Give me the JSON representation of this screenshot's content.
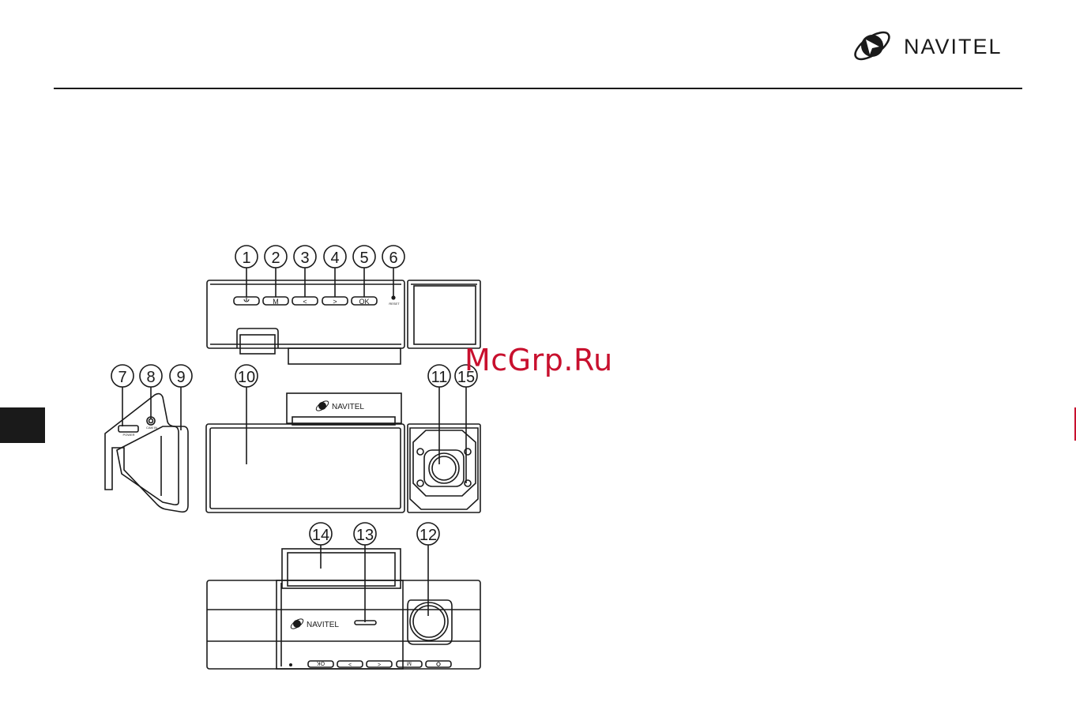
{
  "header": {
    "brand": "NAVITEL"
  },
  "watermark": "McGrp.Ru",
  "colors": {
    "ink": "#1a1a1a",
    "watermark": "#c8102e"
  },
  "callouts": [
    "1",
    "2",
    "3",
    "4",
    "5",
    "6",
    "7",
    "8",
    "9",
    "10",
    "11",
    "15",
    "14",
    "13",
    "12"
  ],
  "top_view": {
    "buttons": [
      {
        "icon": "power-icon",
        "label": ""
      },
      {
        "label": "M"
      },
      {
        "label": "<"
      },
      {
        "label": ">"
      },
      {
        "label": "OK"
      }
    ],
    "reset_label": "RESET"
  },
  "side_view": {
    "power_label": "POWER",
    "cam_label": "CAM IN"
  },
  "front_view": {
    "brand": "NAVITEL"
  },
  "bottom_view": {
    "brand": "NAVITEL",
    "buttons": [
      "OK",
      "<",
      ">",
      "M"
    ]
  }
}
